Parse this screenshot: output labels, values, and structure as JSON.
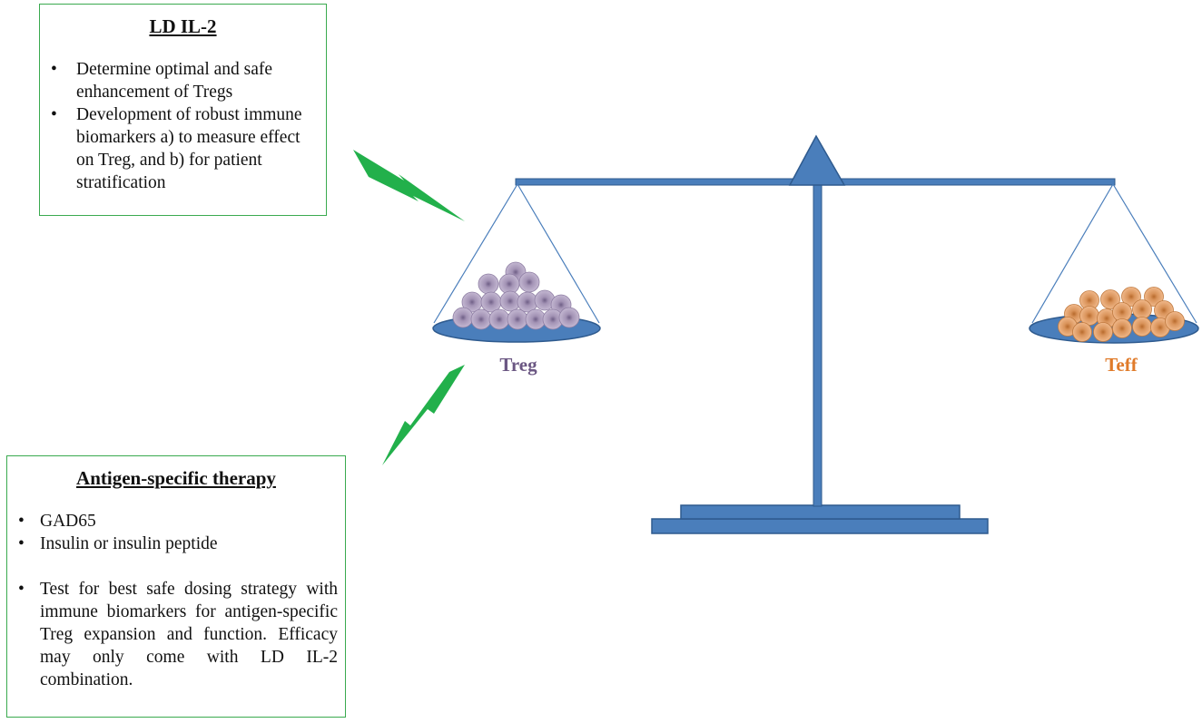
{
  "ld_il2": {
    "title": "LD IL-2",
    "bullets": [
      "Determine optimal and safe enhancement of Tregs",
      "Development of robust immune biomarkers a) to measure effect on Treg, and b) for patient stratification"
    ]
  },
  "antigen_specific": {
    "title": "Antigen-specific therapy",
    "bullets": [
      "GAD65",
      "Insulin or insulin peptide",
      "Test for best safe dosing strategy with immune biomarkers for antigen-specific Treg expansion and function. Efficacy may only come with LD IL-2 combination."
    ]
  },
  "scale": {
    "left_pan_label": "Treg",
    "right_pan_label": "Teff"
  },
  "colors": {
    "box_border": "#3aaa4f",
    "arrow_green": "#22b04b",
    "scale_blue": "#4a7ebb",
    "scale_stroke": "#2e5a8e",
    "treg_cell": "#a99bb8",
    "treg_label": "#6b5783",
    "teff_cell": "#d9935a",
    "teff_label": "#e07b2a"
  },
  "icons": {
    "arrows": "lightning-bolt-arrow",
    "balance": "balance-scale-icon",
    "cells": "cell-icon"
  }
}
